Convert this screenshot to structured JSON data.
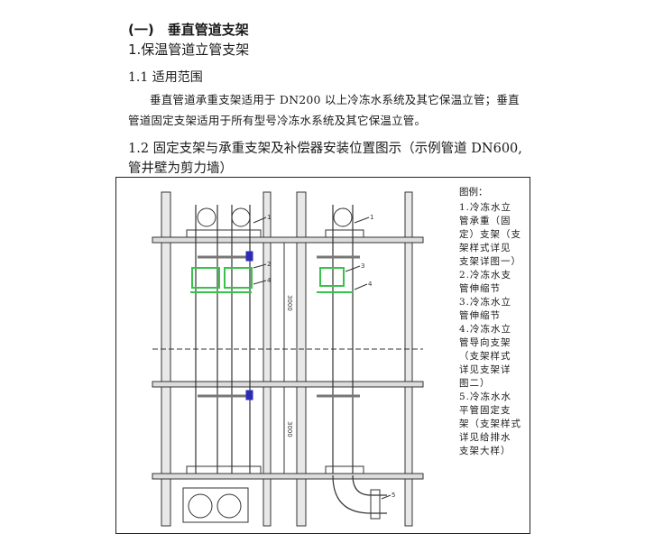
{
  "heading": {
    "section": "(一)　垂直管道支架",
    "subsection": "1.保温管道立管支架",
    "h11": "1.1  适用范围",
    "p1": "垂直管道承重支架适用于 DN200 以上冷冻水系统及其它保温立管；垂直",
    "p2": "管道固定支架适用于所有型号冷冻水系统及其它保温立管。",
    "h12_line1": "1.2  固定支架与承重支架及补偿器安装位置图示（示例管道 DN600,",
    "h12_line2": "管井壁为剪力墙）"
  },
  "figure": {
    "legend_title": "图例：",
    "legend_lines": [
      "1.冷冻水立",
      "管承重（固",
      "定）支架（支",
      "架样式详见",
      "支架详图一）",
      "2.冷冻水支",
      "管伸缩节",
      "3.冷冻水立",
      "管伸缩节",
      "4.冷冻水立",
      "管导向支架",
      "（支架样式",
      "详见支架详",
      "图二）",
      "5.冷冻水水",
      "平管固定支",
      "架（支架样式",
      "详见给排水",
      "支架大样）"
    ],
    "dim_label": "3000",
    "callouts": [
      "1",
      "2",
      "3",
      "4",
      "5"
    ],
    "colors": {
      "line": "#333333",
      "accent_green": "#39c24a",
      "accent_blue": "#2b2bb8"
    }
  }
}
